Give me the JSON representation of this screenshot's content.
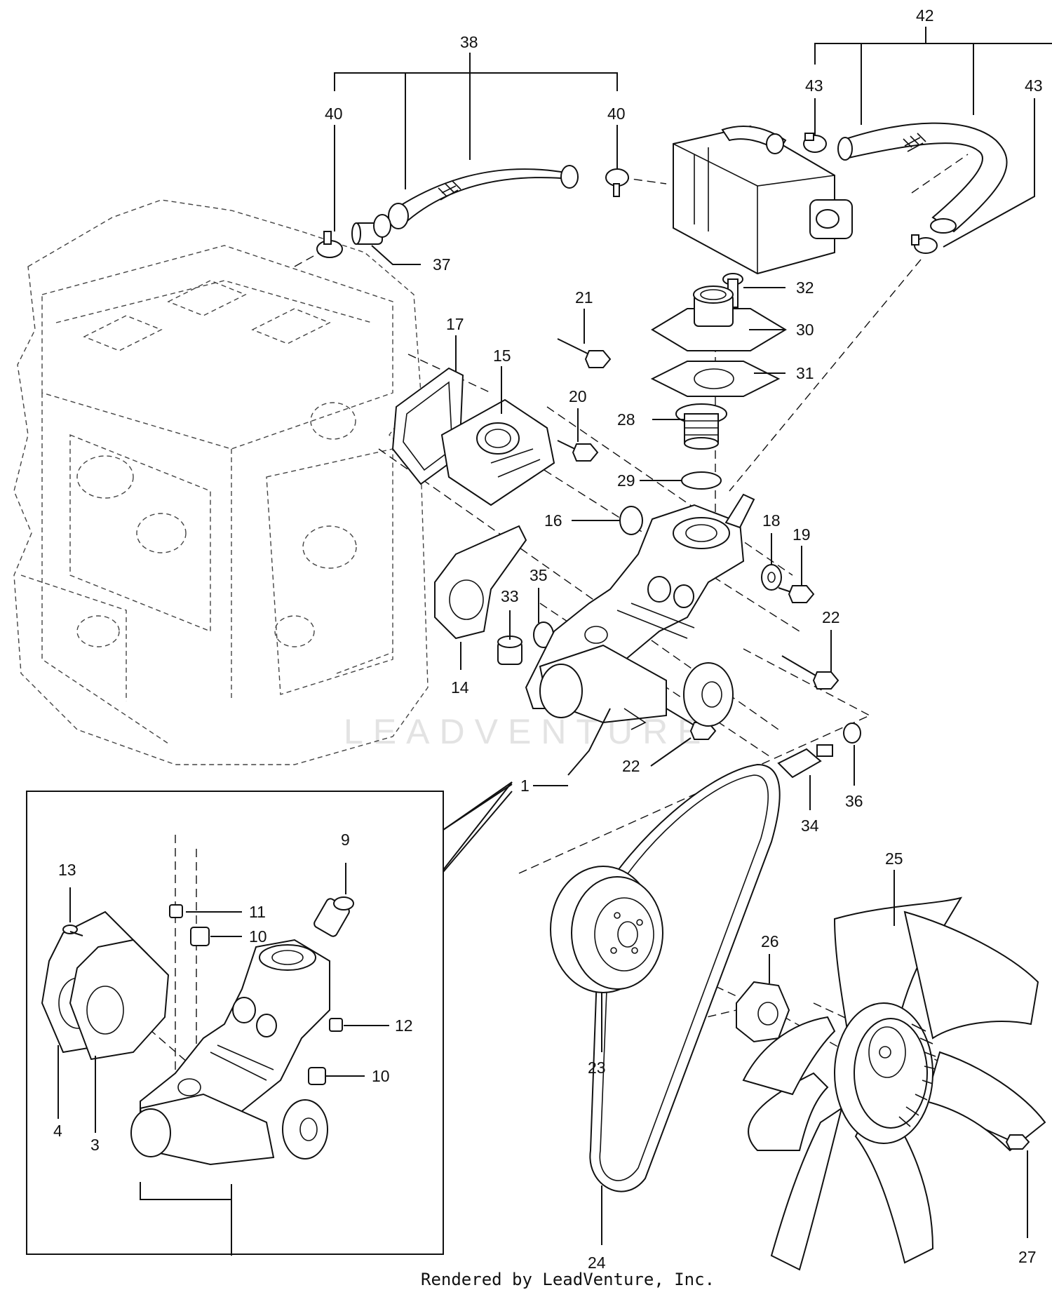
{
  "watermark": "LEADVENTURE",
  "footer": "Rendered by LeadVenture, Inc.",
  "callouts": [
    {
      "id": "c1",
      "text": "1"
    },
    {
      "id": "c3",
      "text": "3"
    },
    {
      "id": "c4",
      "text": "4"
    },
    {
      "id": "c9",
      "text": "9"
    },
    {
      "id": "c10a",
      "text": "10"
    },
    {
      "id": "c10b",
      "text": "10"
    },
    {
      "id": "c11",
      "text": "11"
    },
    {
      "id": "c12",
      "text": "12"
    },
    {
      "id": "c13",
      "text": "13"
    },
    {
      "id": "c14",
      "text": "14"
    },
    {
      "id": "c15",
      "text": "15"
    },
    {
      "id": "c16",
      "text": "16"
    },
    {
      "id": "c17",
      "text": "17"
    },
    {
      "id": "c18",
      "text": "18"
    },
    {
      "id": "c19",
      "text": "19"
    },
    {
      "id": "c20",
      "text": "20"
    },
    {
      "id": "c21",
      "text": "21"
    },
    {
      "id": "c22a",
      "text": "22"
    },
    {
      "id": "c22b",
      "text": "22"
    },
    {
      "id": "c23",
      "text": "23"
    },
    {
      "id": "c24",
      "text": "24"
    },
    {
      "id": "c25",
      "text": "25"
    },
    {
      "id": "c26",
      "text": "26"
    },
    {
      "id": "c27",
      "text": "27"
    },
    {
      "id": "c28",
      "text": "28"
    },
    {
      "id": "c29",
      "text": "29"
    },
    {
      "id": "c30",
      "text": "30"
    },
    {
      "id": "c31",
      "text": "31"
    },
    {
      "id": "c32",
      "text": "32"
    },
    {
      "id": "c33",
      "text": "33"
    },
    {
      "id": "c34",
      "text": "34"
    },
    {
      "id": "c35",
      "text": "35"
    },
    {
      "id": "c36",
      "text": "36"
    },
    {
      "id": "c37",
      "text": "37"
    },
    {
      "id": "c38",
      "text": "38"
    },
    {
      "id": "c40a",
      "text": "40"
    },
    {
      "id": "c40b",
      "text": "40"
    },
    {
      "id": "c42",
      "text": "42"
    },
    {
      "id": "c43a",
      "text": "43"
    },
    {
      "id": "c43b",
      "text": "43"
    }
  ]
}
